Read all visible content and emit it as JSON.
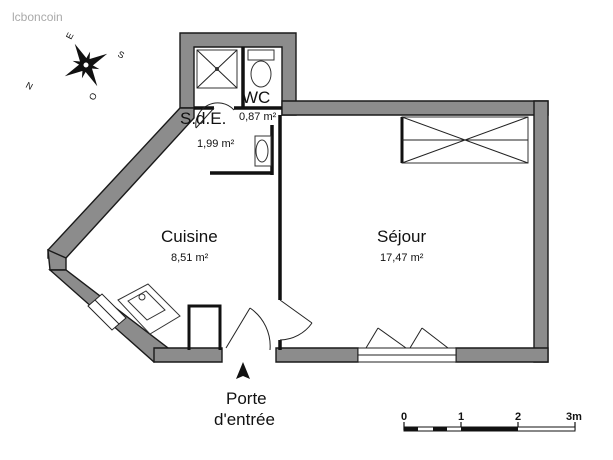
{
  "watermark": "lcboncoin",
  "compass": {
    "n": "N",
    "e": "E",
    "s": "S",
    "o": "O"
  },
  "rooms": {
    "sde": {
      "name": "S.d.E.",
      "area": "1,99 m²"
    },
    "wc": {
      "name": "WC",
      "area": "0,87 m²"
    },
    "cuisine": {
      "name": "Cuisine",
      "area": "8,51 m²"
    },
    "sejour": {
      "name": "Séjour",
      "area": "17,47 m²"
    }
  },
  "entrance": {
    "line1": "Porte",
    "line2": "d'entrée"
  },
  "scale": {
    "ticks": [
      "0",
      "1",
      "2",
      "3m"
    ]
  }
}
